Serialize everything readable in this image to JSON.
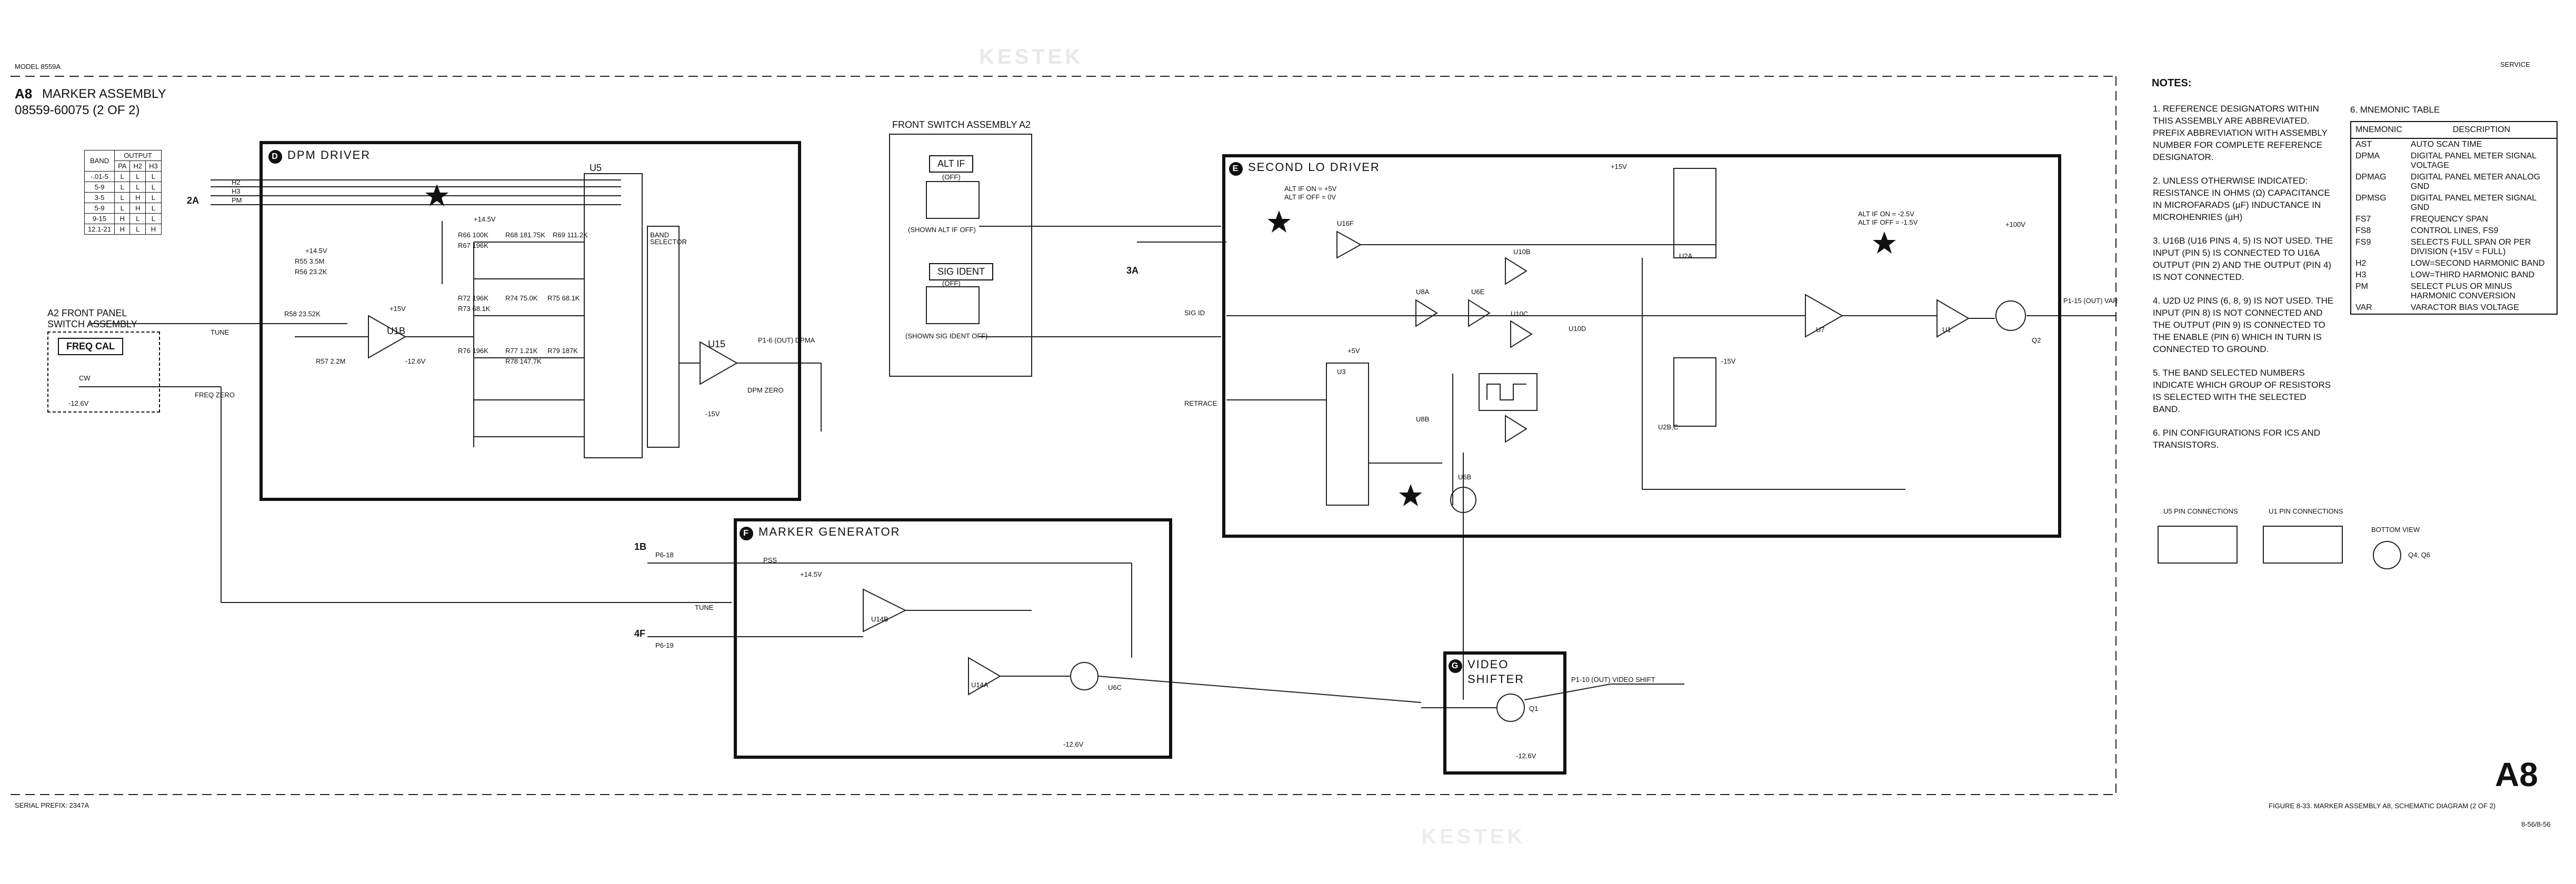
{
  "header": {
    "model": "MODEL 8559A",
    "service": "SERVICE",
    "assembly_id": "A8",
    "assembly_name": "MARKER ASSEMBLY",
    "part_number": "08559-60075 (2 OF 2)"
  },
  "footer": {
    "serial_prefix": "SERIAL PREFIX: 2347A",
    "big_label": "A8",
    "figure_caption": "FIGURE 8-33.   MARKER ASSEMBLY A8, SCHEMATIC DIAGRAM (2 OF 2)",
    "page_ref": "8-56/8-56"
  },
  "watermark": "KESTEK",
  "band_table": {
    "headers": [
      "BAND",
      "OUTPUT"
    ],
    "sub_headers": [
      "PA",
      "H2",
      "H3"
    ],
    "rows": [
      [
        "-.01-5",
        "L",
        "L",
        "L"
      ],
      [
        "5-9",
        "L",
        "L",
        "L"
      ],
      [
        "3-5",
        "L",
        "H",
        "L"
      ],
      [
        "5-9",
        "L",
        "H",
        "L"
      ],
      [
        "9-15",
        "H",
        "L",
        "L"
      ],
      [
        "12.1-21",
        "H",
        "L",
        "H"
      ]
    ]
  },
  "front_panel": {
    "title_line1": "A2 FRONT PANEL",
    "title_line2": "SWITCH ASSEMBLY",
    "freq_cal": "FREQ CAL",
    "cw": "CW",
    "v_neg": "-12.6V",
    "freq_zero": "FREQ ZERO",
    "tune": "TUNE"
  },
  "front_switch": {
    "title": "FRONT SWITCH ASSEMBLY A2",
    "alt_if": "ALT IF",
    "sig_ident": "SIG IDENT",
    "alt_caption": "(SHOWN ALT IF OFF)",
    "sig_caption": "(SHOWN SIG IDENT OFF)",
    "off": "(OFF)"
  },
  "blocks": {
    "dpm": {
      "letter": "D",
      "title": "DPM DRIVER"
    },
    "second_lo": {
      "letter": "E",
      "title": "SECOND LO DRIVER"
    },
    "marker_gen": {
      "letter": "F",
      "title": "MARKER GENERATOR"
    },
    "video": {
      "letter": "G",
      "title_line1": "VIDEO",
      "title_line2": "SHIFTER"
    }
  },
  "dpm_labels": {
    "u5": "U5",
    "u1b": "U1B",
    "u15": "U15",
    "band_sel": "BAND SELECTOR",
    "dpm_zero": "DPM ZERO",
    "dpm_out": "P1-6 (OUT) DPMA",
    "r_labels": [
      "R55 3.5M",
      "R56 23.2K",
      "R57 2.2M",
      "R58 23.52K",
      "R66 100K",
      "R67 196K",
      "R68 181.75K",
      "R69 111.2K",
      "R72 196K",
      "R73 68.1K",
      "R74 75.0K",
      "R75 68.1K",
      "R76 196K",
      "R77 1.21K",
      "R78 147.7K",
      "R79 187K"
    ],
    "supplies": [
      "+14.5V",
      "-12.6V",
      "+15V",
      "-15V",
      "+14.5V"
    ]
  },
  "second_lo_labels": {
    "alt_if_line": "ALT IF ON = +5V",
    "alt_if_line2": "ALT IF OFF = 0V",
    "alt_bias1": "ALT IF ON = -2.5V",
    "alt_bias2": "ALT IF OFF = -1.5V",
    "ics": [
      "U16F",
      "U10B",
      "U6E",
      "U8A",
      "U10C",
      "U10D",
      "U8B",
      "U3",
      "U2A",
      "U2B,C",
      "U7",
      "U1",
      "Q2",
      "U6B"
    ],
    "retrace": "RETRACE",
    "sig_id": "SIG ID",
    "p1_out": "P1-15 (OUT) VAR",
    "supplies": [
      "+15V",
      "-15V",
      "+100V",
      "+5V"
    ]
  },
  "marker_gen_labels": {
    "ics": [
      "U14B",
      "U14A",
      "U6C"
    ],
    "p6_18": "P6-18",
    "p6_19": "P6-19",
    "tune": "TUNE",
    "pss": "PSS",
    "v_neg": "-12.6V",
    "v_pos": "+14.5V"
  },
  "video_labels": {
    "q1": "Q1",
    "out": "P1-10 (OUT) VIDEO SHIFT",
    "v_neg": "-12.6V"
  },
  "notes": {
    "title": "NOTES:",
    "items": [
      "1. REFERENCE DESIGNATORS WITHIN THIS ASSEMBLY ARE ABBREVIATED. PREFIX ABBREVIATION WITH ASSEMBLY NUMBER FOR COMPLETE REFERENCE DESIGNATOR.",
      "2. UNLESS OTHERWISE INDICATED: RESISTANCE IN OHMS (Ω) CAPACITANCE IN MICROFARADS (µF) INDUCTANCE IN MICROHENRIES (µH)",
      "3. U16B (U16 PINS 4, 5) IS NOT USED. THE INPUT (PIN 5) IS CONNECTED TO U16A OUTPUT (PIN 2) AND THE OUTPUT (PIN 4) IS NOT CONNECTED.",
      "4. U2D U2 PINS (6, 8, 9) IS NOT USED. THE INPUT (PIN 8) IS NOT CONNECTED AND THE OUTPUT (PIN 9) IS CONNECTED TO THE ENABLE (PIN 6) WHICH IN TURN IS CONNECTED TO GROUND.",
      "5. THE BAND SELECTED NUMBERS INDICATE WHICH GROUP OF RESISTORS IS SELECTED WITH THE SELECTED BAND.",
      "6. PIN CONFIGURATIONS FOR ICS AND TRANSISTORS."
    ],
    "pin_captions": [
      "U5 PIN CONNECTIONS",
      "U1 PIN CONNECTIONS",
      "BOTTOM VIEW",
      "Q4, Q6"
    ]
  },
  "mnemonic_table": {
    "title": "6. MNEMONIC TABLE",
    "headers": [
      "MNEMONIC",
      "DESCRIPTION"
    ],
    "rows": [
      [
        "AST",
        "AUTO SCAN TIME"
      ],
      [
        "DPMA",
        "DIGITAL PANEL METER SIGNAL VOLTAGE"
      ],
      [
        "DPMAG",
        "DIGITAL PANEL METER ANALOG GND"
      ],
      [
        "DPMSG",
        "DIGITAL PANEL METER SIGNAL GND"
      ],
      [
        "FS7",
        "FREQUENCY SPAN"
      ],
      [
        "FS8",
        "CONTROL LINES, FS9"
      ],
      [
        "FS9",
        "SELECTS FULL SPAN OR PER DIVISION (+15V = FULL)"
      ],
      [
        "H2",
        "LOW=SECOND HARMONIC BAND"
      ],
      [
        "H3",
        "LOW=THIRD HARMONIC BAND"
      ],
      [
        "PM",
        "SELECT PLUS OR MINUS HARMONIC CONVERSION"
      ],
      [
        "VAR",
        "VARACTOR BIAS VOLTAGE"
      ]
    ]
  },
  "connectors": {
    "two_a": "2A",
    "three_a": "3A",
    "one_b": "1B",
    "four_f": "4F",
    "bus_lines": [
      "H2",
      "H3",
      "PM"
    ]
  }
}
